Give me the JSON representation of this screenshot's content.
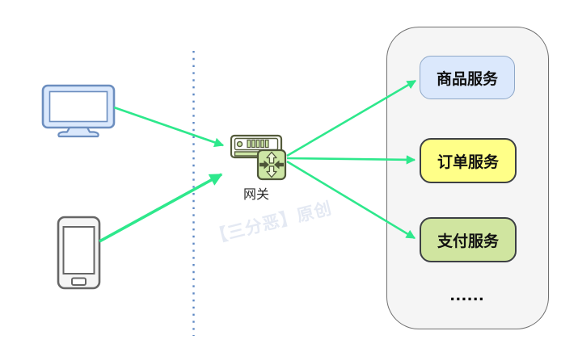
{
  "diagram": {
    "title_none": "",
    "gateway_label": "网关",
    "services": [
      {
        "label": "商品服务",
        "fill": "#dbe8fc",
        "border": "#8fa8c8"
      },
      {
        "label": "订单服务",
        "fill": "#ffff88",
        "border": "#3d4044"
      },
      {
        "label": "支付服务",
        "fill": "#d0e5a0",
        "border": "#3d4044"
      }
    ],
    "ellipsis": "......",
    "watermark": "【三分恶】原创",
    "icons": [
      "desktop-computer-icon",
      "smartphone-icon",
      "gateway-router-icon"
    ],
    "colors": {
      "arrow_green": "#2ee88c",
      "dotted_line_blue": "#5e88c4",
      "monitor_fill": "#dae8fc",
      "monitor_stroke": "#6c8ebf",
      "phone_fill": "#f5f5f5",
      "phone_stroke": "#666666",
      "gateway_fill": "#cde6a5",
      "gateway_stroke": "#4d5438",
      "panel_fill": "#f5f5f5",
      "panel_stroke": "#707070"
    }
  }
}
